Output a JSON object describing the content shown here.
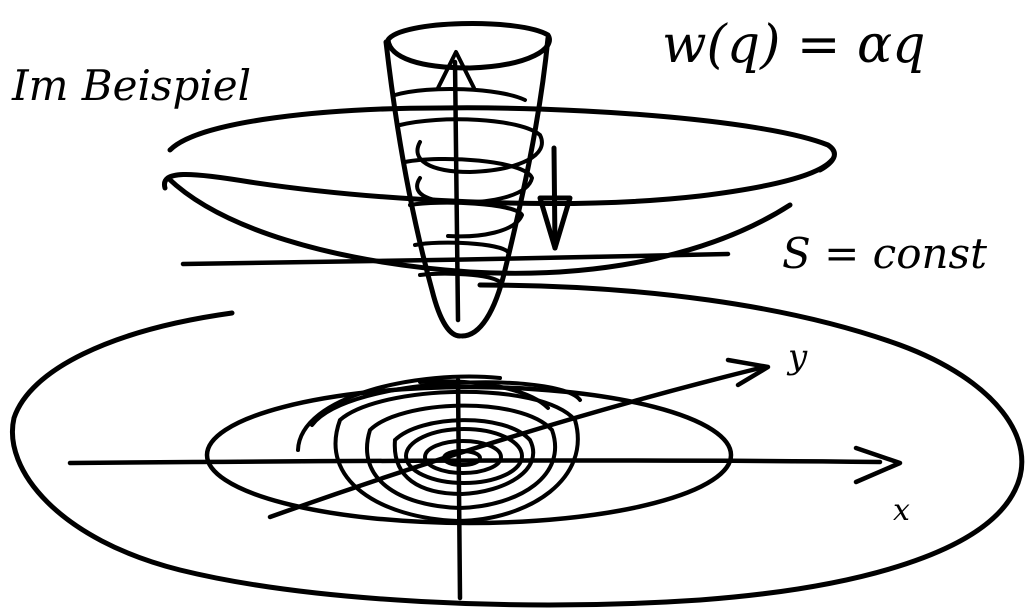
{
  "annotations": {
    "intro": "Im Beispiel",
    "formula": "w(q) = αq",
    "level_label": "S = const",
    "x_axis_label": "x",
    "y_axis_label": "y"
  },
  "colors": {
    "ink": "#000000",
    "paper": "#ffffff"
  }
}
